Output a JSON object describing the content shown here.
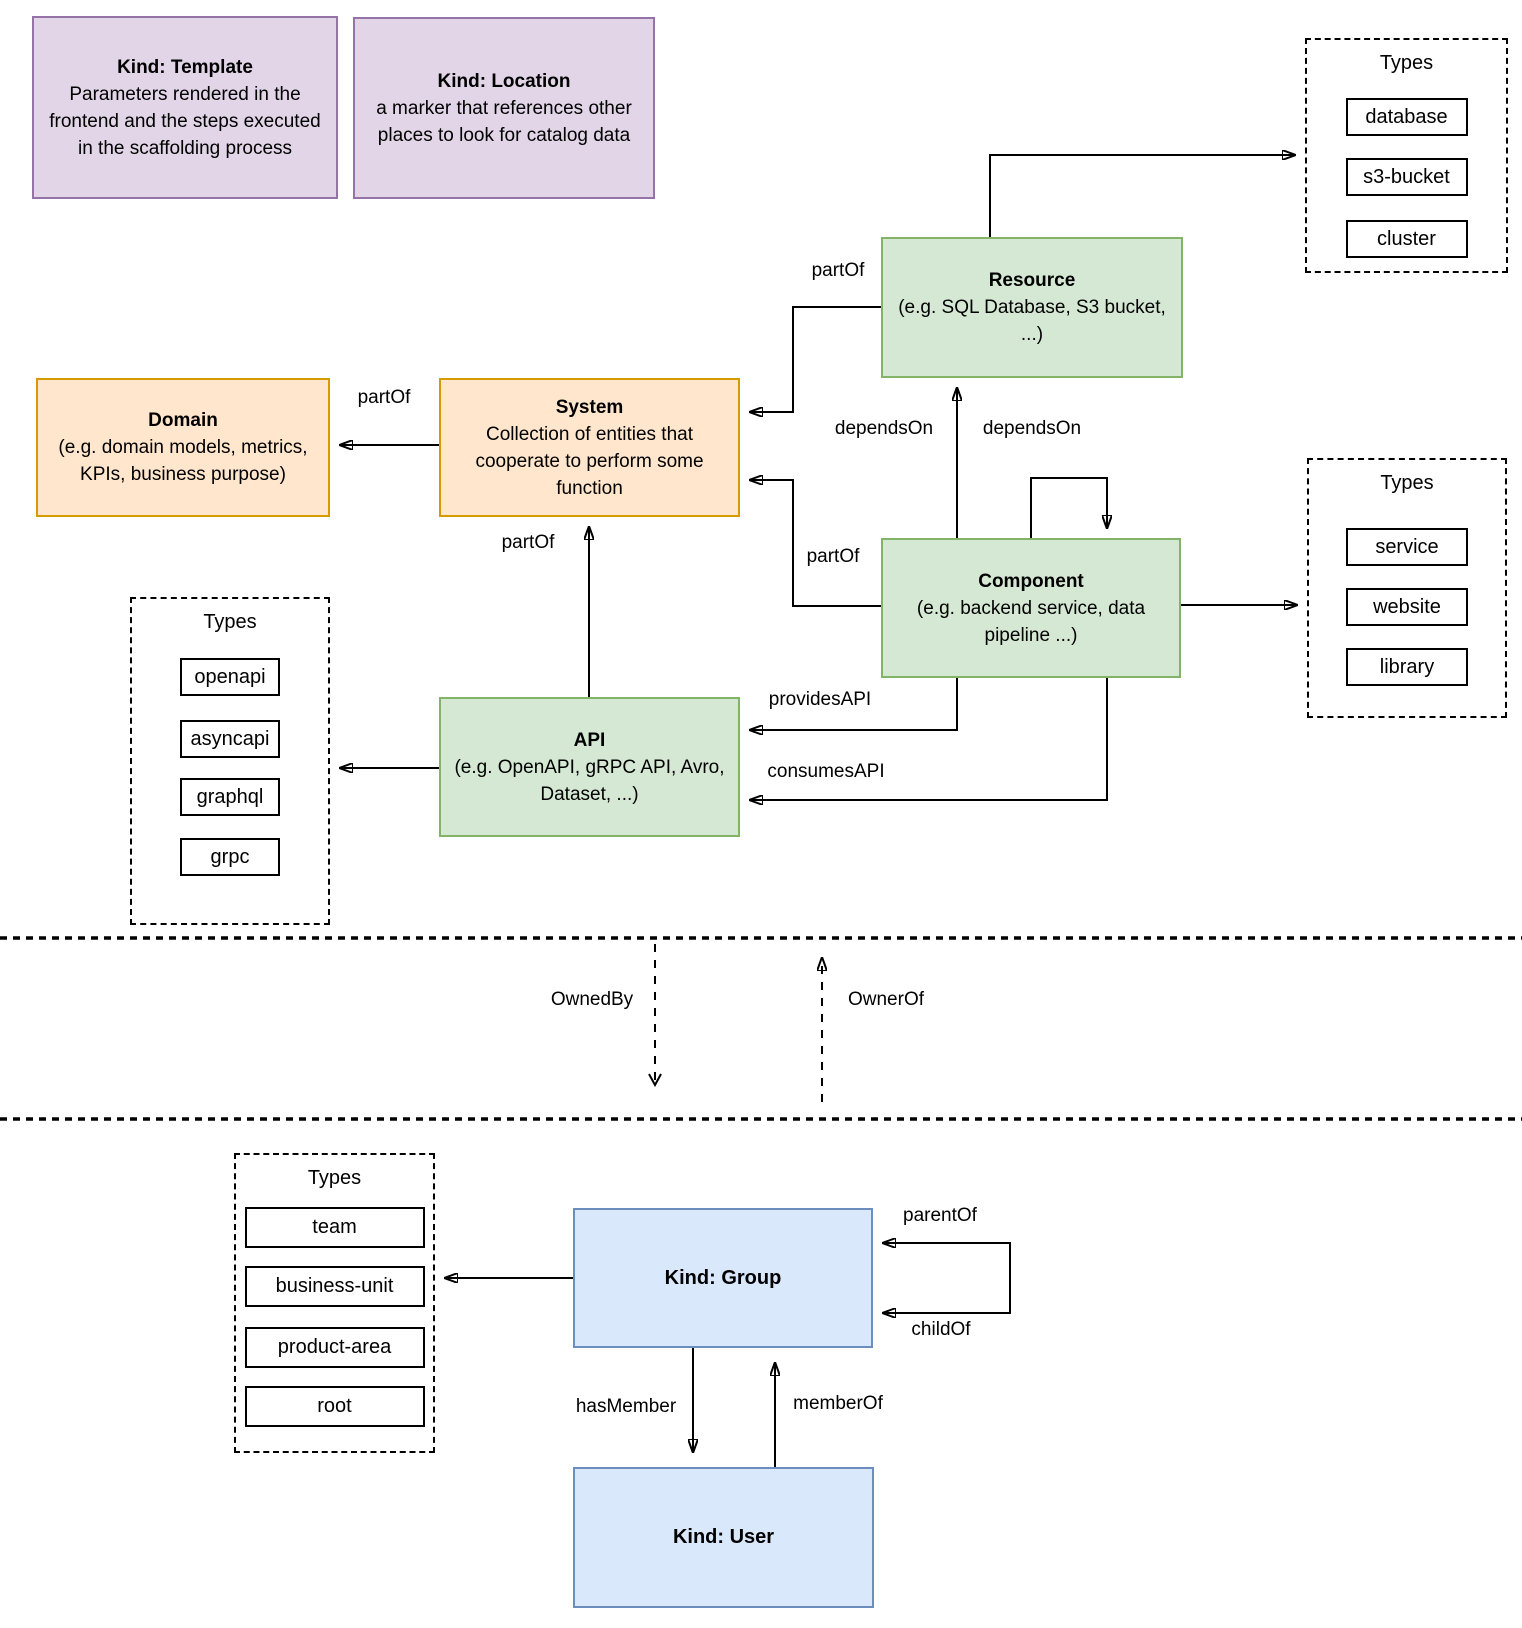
{
  "diagram": {
    "nodes": {
      "template": {
        "title": "Kind: Template",
        "desc": "Parameters rendered in the frontend and the steps executed in  the scaffolding process"
      },
      "location": {
        "title": "Kind: Location",
        "desc": "a marker that references other places to look for catalog data"
      },
      "resource": {
        "title": "Resource",
        "desc": "(e.g. SQL Database, S3 bucket, ...)"
      },
      "domain": {
        "title": "Domain",
        "desc": "(e.g.  domain models, metrics, KPIs, business purpose)"
      },
      "system": {
        "title": "System",
        "desc": "Collection of entities that cooperate to perform some function"
      },
      "component": {
        "title": "Component",
        "desc": "(e.g. backend service, data pipeline ...)"
      },
      "api": {
        "title": "API",
        "desc": "(e.g. OpenAPI, gRPC API, Avro, Dataset, ...)"
      },
      "group": {
        "title": "Kind: Group"
      },
      "user": {
        "title": "Kind: User"
      }
    },
    "type_panels": {
      "resource": {
        "title": "Types",
        "items": [
          "database",
          "s3-bucket",
          "cluster"
        ]
      },
      "component": {
        "title": "Types",
        "items": [
          "service",
          "website",
          "library"
        ]
      },
      "api": {
        "title": "Types",
        "items": [
          "openapi",
          "asyncapi",
          "graphql",
          "grpc"
        ]
      },
      "group": {
        "title": "Types",
        "items": [
          "team",
          "business-unit",
          "product-area",
          "root"
        ]
      }
    },
    "edge_labels": {
      "partof_system_domain": "partOf",
      "partof_resource_system": "partOf",
      "partof_component_system": "partOf",
      "partof_api_system": "partOf",
      "dependson_resource": "dependsOn",
      "dependson_self": "dependsOn",
      "providesapi": "providesAPI",
      "consumesapi": "consumesAPI",
      "ownedby": "OwnedBy",
      "ownerof": "OwnerOf",
      "parentof": "parentOf",
      "childof": "childOf",
      "hasmember": "hasMember",
      "memberof": "memberOf"
    },
    "colors": {
      "green_fill": "#d5e8d4",
      "green_stroke": "#82b366",
      "orange_fill": "#ffe6cc",
      "orange_stroke": "#d79b00",
      "purple_fill": "#e1d5e7",
      "purple_stroke": "#9673a6",
      "blue_fill": "#dae8fc",
      "blue_stroke": "#6c8ebf",
      "line_color": "#000000"
    }
  }
}
